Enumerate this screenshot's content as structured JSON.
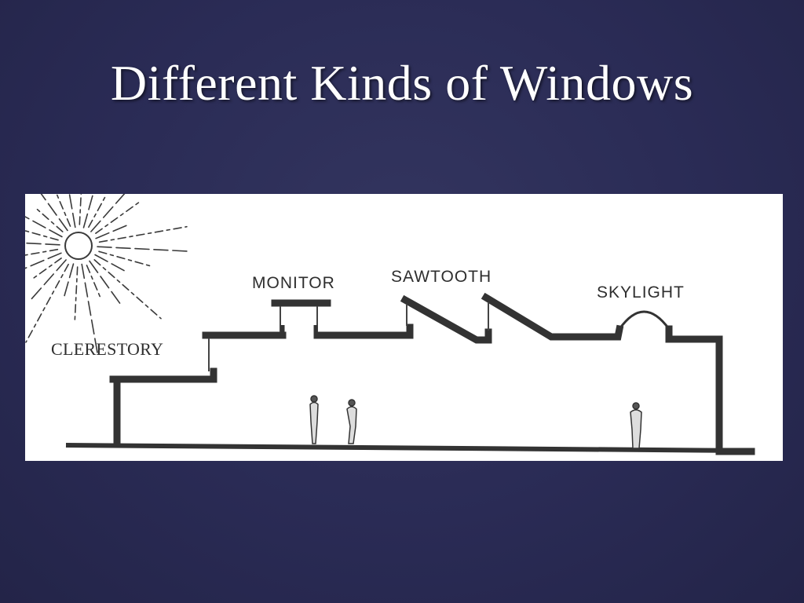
{
  "slide": {
    "title": "Different Kinds of Windows"
  },
  "diagram": {
    "labels": {
      "clerestory": "CLERESTORY",
      "monitor": "MONITOR",
      "sawtooth": "SAWTOOTH",
      "skylight": "SKYLIGHT"
    },
    "icons": [
      "sun-icon",
      "person-icon"
    ],
    "colors": {
      "background": "#2b2c56",
      "panel": "#ffffff",
      "ink": "#2e2e2e",
      "title": "#ffffff"
    }
  }
}
